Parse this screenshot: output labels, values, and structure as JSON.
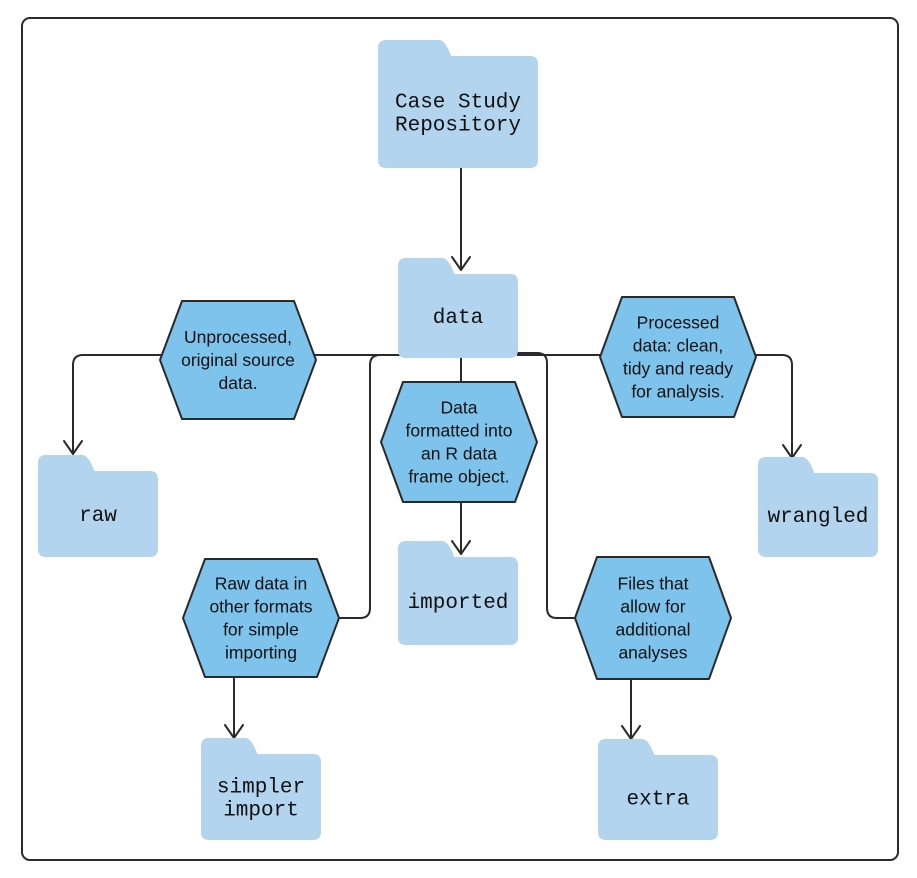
{
  "folders": {
    "root": {
      "label_lines": [
        "Case Study",
        "Repository"
      ],
      "icon": "folder-icon"
    },
    "data": {
      "label_lines": [
        "data"
      ],
      "icon": "folder-icon"
    },
    "raw": {
      "label_lines": [
        "raw"
      ],
      "icon": "folder-icon"
    },
    "imported": {
      "label_lines": [
        "imported"
      ],
      "icon": "folder-icon"
    },
    "wrangled": {
      "label_lines": [
        "wrangled"
      ],
      "icon": "folder-icon"
    },
    "simpler_import": {
      "label_lines": [
        "simpler",
        "import"
      ],
      "icon": "folder-icon"
    },
    "extra": {
      "label_lines": [
        "extra"
      ],
      "icon": "folder-icon"
    }
  },
  "descriptions": {
    "raw": {
      "lines": [
        "Unprocessed,",
        "original source",
        "data."
      ]
    },
    "imported": {
      "lines": [
        "Data",
        "formatted into",
        "an R data",
        "frame object."
      ]
    },
    "wrangled": {
      "lines": [
        "Processed",
        "data: clean,",
        "tidy and ready",
        "for analysis."
      ]
    },
    "simpler_import": {
      "lines": [
        "Raw data in",
        "other formats",
        "for simple",
        "importing"
      ]
    },
    "extra": {
      "lines": [
        "Files that",
        "allow for",
        "additional",
        "analyses"
      ]
    }
  },
  "colors": {
    "folder": "#b3d4ee",
    "hexagon": "#7ec3ec",
    "line": "#2a2a2a",
    "text": "#111111"
  }
}
